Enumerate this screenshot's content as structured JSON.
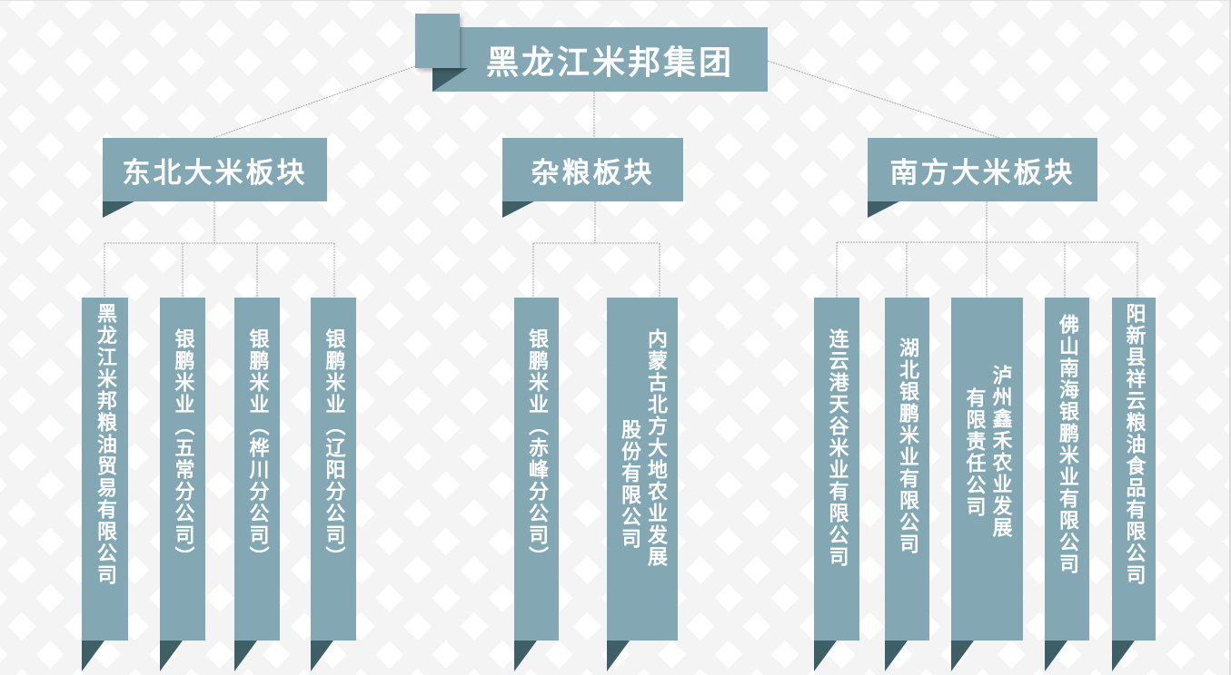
{
  "colors": {
    "box_fill": "#84a8b3",
    "fold_shadow": "#3e5f66",
    "text": "#ffffff",
    "connector": "#a9a9a9",
    "background": "#ffffff",
    "background_pattern": "#f4f4f4"
  },
  "root": {
    "label": "黑龙江米邦集团"
  },
  "sections": [
    {
      "label": "东北大米板块",
      "children": [
        {
          "columns": [
            "黑龙江米邦粮油贸易有限公司"
          ]
        },
        {
          "columns": [
            "银鹏米业（五常分公司）"
          ]
        },
        {
          "columns": [
            "银鹏米业（桦川分公司）"
          ]
        },
        {
          "columns": [
            "银鹏米业（辽阳分公司）"
          ]
        }
      ]
    },
    {
      "label": "杂粮板块",
      "children": [
        {
          "columns": [
            "银鹏米业（赤峰分公司）"
          ]
        },
        {
          "columns": [
            "内蒙古北方大地农业发展",
            "股份有限公司"
          ]
        }
      ]
    },
    {
      "label": "南方大米板块",
      "children": [
        {
          "columns": [
            "连云港天谷米业有限公司"
          ]
        },
        {
          "columns": [
            "湖北银鹏米业有限公司"
          ]
        },
        {
          "columns": [
            "泸州鑫禾农业发展",
            "有限责任公司"
          ]
        },
        {
          "columns": [
            "佛山南海银鹏米业有限公司"
          ]
        },
        {
          "columns": [
            "阳新县祥云粮油食品有限公司"
          ]
        }
      ]
    }
  ]
}
